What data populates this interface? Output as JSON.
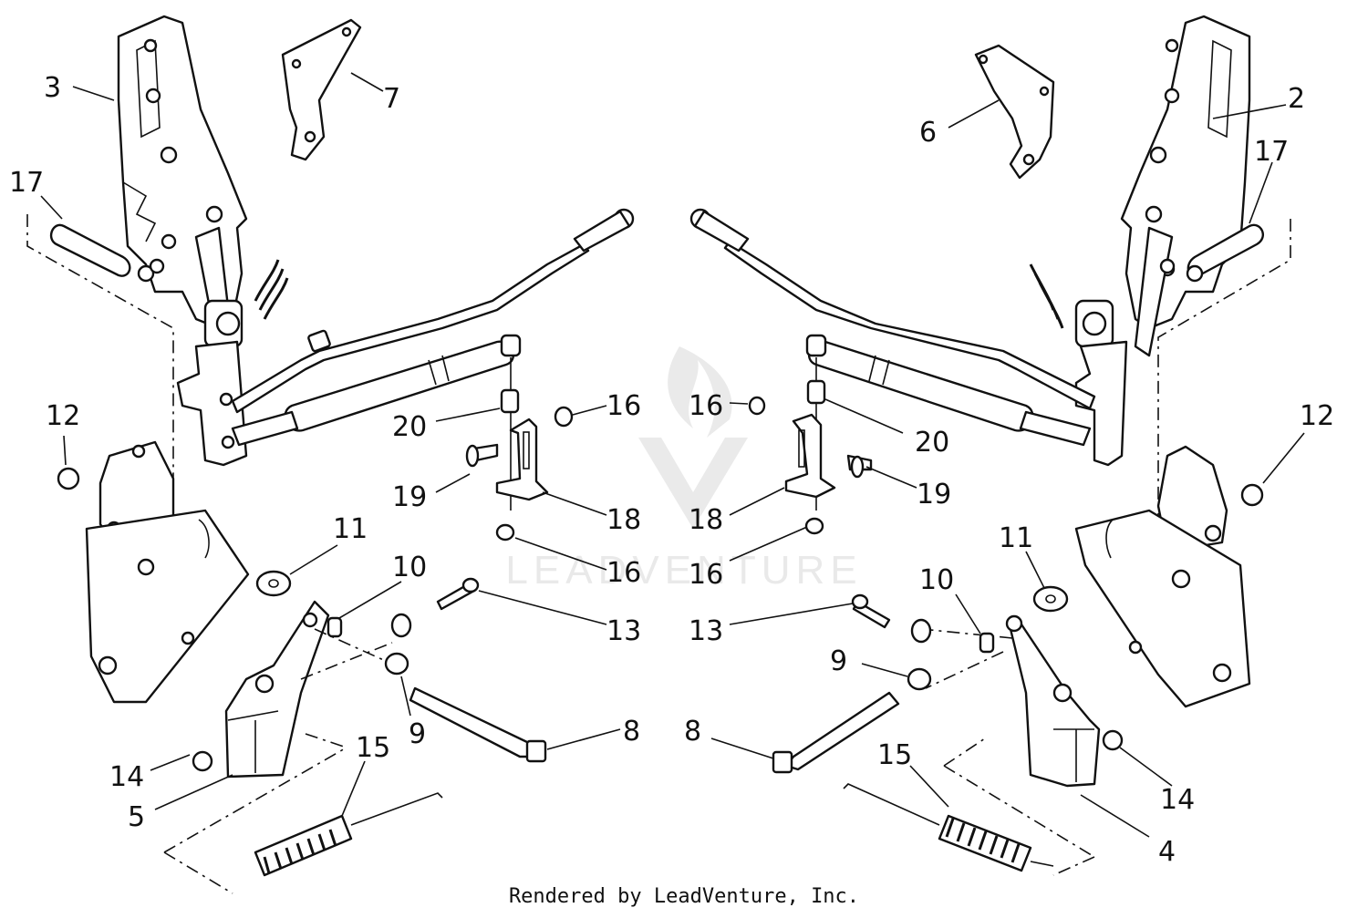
{
  "watermark": {
    "text": "LEADVENTURE"
  },
  "footer": {
    "text": "Rendered by LeadVenture, Inc."
  },
  "callouts": [
    {
      "id": "c3",
      "text": "3"
    },
    {
      "id": "c7",
      "text": "7"
    },
    {
      "id": "c17l",
      "text": "17"
    },
    {
      "id": "c12l",
      "text": "12"
    },
    {
      "id": "c20l",
      "text": "20"
    },
    {
      "id": "c16la",
      "text": "16"
    },
    {
      "id": "c19l",
      "text": "19"
    },
    {
      "id": "c18l",
      "text": "18"
    },
    {
      "id": "c16lb",
      "text": "16"
    },
    {
      "id": "c11l",
      "text": "11"
    },
    {
      "id": "c10l",
      "text": "10"
    },
    {
      "id": "c13l",
      "text": "13"
    },
    {
      "id": "c9l",
      "text": "9"
    },
    {
      "id": "c8l",
      "text": "8"
    },
    {
      "id": "c14l",
      "text": "14"
    },
    {
      "id": "c15l",
      "text": "15"
    },
    {
      "id": "c5",
      "text": "5"
    },
    {
      "id": "c6",
      "text": "6"
    },
    {
      "id": "c2",
      "text": "2"
    },
    {
      "id": "c17r",
      "text": "17"
    },
    {
      "id": "c16ra",
      "text": "16"
    },
    {
      "id": "c20r",
      "text": "20"
    },
    {
      "id": "c12r",
      "text": "12"
    },
    {
      "id": "c19r",
      "text": "19"
    },
    {
      "id": "c18r",
      "text": "18"
    },
    {
      "id": "c16rb",
      "text": "16"
    },
    {
      "id": "c11r",
      "text": "11"
    },
    {
      "id": "c10r",
      "text": "10"
    },
    {
      "id": "c13r",
      "text": "13"
    },
    {
      "id": "c9r",
      "text": "9"
    },
    {
      "id": "c8r",
      "text": "8"
    },
    {
      "id": "c15r",
      "text": "15"
    },
    {
      "id": "c14r",
      "text": "14"
    },
    {
      "id": "c4",
      "text": "4"
    }
  ]
}
